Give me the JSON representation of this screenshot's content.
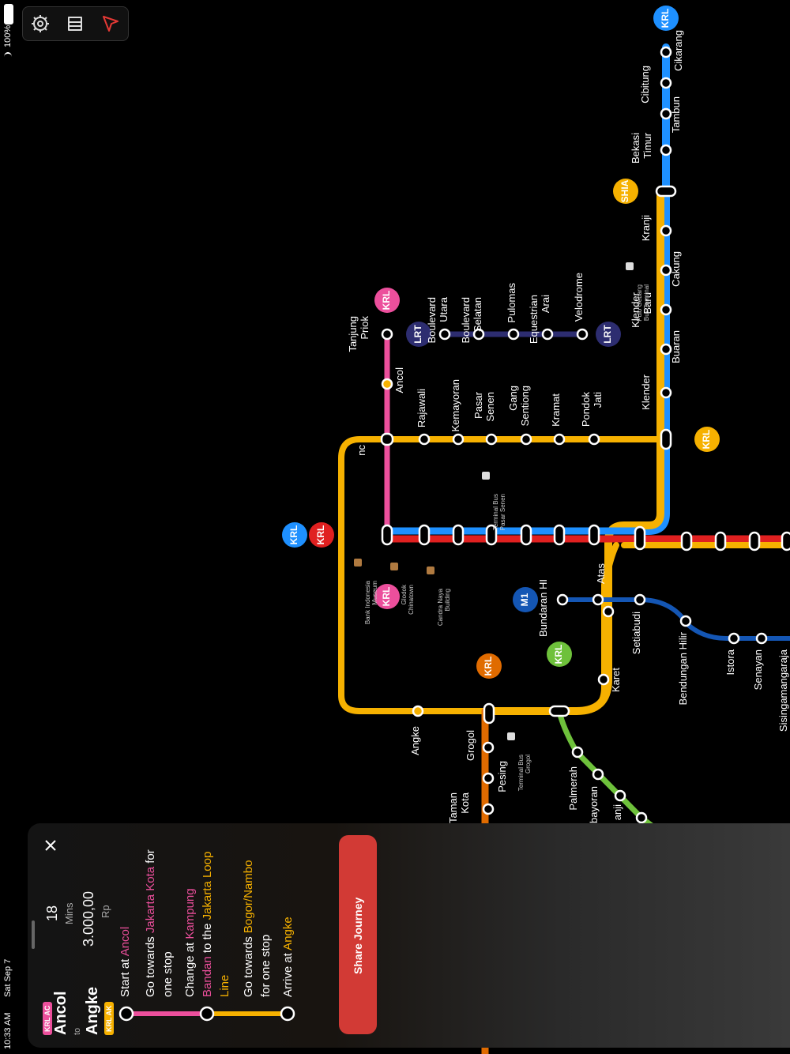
{
  "status": {
    "time": "10:33 AM",
    "date": "Sat Sep 7",
    "battery": "100%"
  },
  "toolbar": {
    "icons": [
      "settings-icon",
      "map-icon",
      "location-arrow-icon"
    ]
  },
  "colors": {
    "pink": "#ec4f9c",
    "yellow": "#f6b100",
    "blue": "#1e90ff",
    "red": "#e02020",
    "navy": "#2d2d70",
    "orange": "#e06b00",
    "green": "#6ec13b",
    "mrt_blue": "#1456b4",
    "brown": "#b07a40"
  },
  "map": {
    "badges": [
      {
        "label": "KRL",
        "color": "#1e90ff"
      },
      {
        "label": "KRL",
        "color": "#ec4f9c"
      },
      {
        "label": "LRT",
        "color": "#2d2d70"
      },
      {
        "label": "LRT",
        "color": "#2d2d70"
      },
      {
        "label": "SHIA",
        "color": "#f6b100"
      },
      {
        "label": "KRL",
        "color": "#f6b100"
      },
      {
        "label": "KRL",
        "color": "#1e90ff"
      },
      {
        "label": "KRL",
        "color": "#e02020"
      },
      {
        "label": "KRL",
        "color": "#ec4f9c"
      },
      {
        "label": "M1",
        "color": "#1456b4"
      },
      {
        "label": "KRL",
        "color": "#6ec13b"
      },
      {
        "label": "KRL",
        "color": "#e06b00"
      }
    ],
    "stations": [
      "Cikarang",
      "Cibitung",
      "Tambun",
      "Bekasi Timur",
      "Kranji",
      "Cakung",
      "Klender Baru",
      "Buaran",
      "Klender",
      "Tanjung Priok",
      "Ancol",
      "Boulevard Utara",
      "Boulevard Selatan",
      "Pulomas",
      "Equestrian Arai",
      "Velodrome",
      "Rajawali",
      "Kemayoran",
      "Pasar Senen",
      "Gang Sentiong",
      "Kramat",
      "Pondok Jati",
      "Bundaran HI",
      "Atas",
      "Setiabudi",
      "Bendungan Hilir",
      "Istora",
      "Senayan",
      "Karet",
      "Angke",
      "Grogol",
      "Pesing",
      "Taman Kota",
      "Palmerah",
      "bayoran",
      "anji"
    ],
    "landmarks": [
      "Pulo Gebang Bus Terminal",
      "Terminal Bus Pasar Senen",
      "Bank Indonesia Museum",
      "Glodok Chinatown",
      "Candra Naya Building",
      "Terminal Bus Grogol"
    ],
    "cut_labels": [
      "nc",
      "Sisingamangaraja"
    ]
  },
  "journey": {
    "from": "Ancol",
    "from_badge": "KRL AC",
    "to_word": "to",
    "to": "Angke",
    "to_badge": "KRL AK",
    "duration_value": "18",
    "duration_unit": "Mins",
    "fare_value": "3.000,00",
    "fare_unit": "Rp",
    "steps": [
      {
        "pre": "Start at ",
        "hl": "Ancol",
        "post": "",
        "color": "#ec4f9c"
      },
      {
        "pre": "Go towards ",
        "hl": "Jakarta Kota",
        "post": " for",
        "line2": "one stop",
        "color": "#ec4f9c"
      },
      {
        "pre": "Change at ",
        "hl": "Kampung",
        "line2_hl": "Bandan",
        "line2_mid": " to the ",
        "line2_hl2": "Jakarta Loop",
        "line3_hl": "Line",
        "color": "#ec4f9c",
        "color2": "#f6b100"
      },
      {
        "pre": "Go towards ",
        "hl": "Bogor/Nambo",
        "post": "",
        "line2": "for one stop",
        "color": "#f6b100"
      },
      {
        "pre": "Arrive at ",
        "hl": "Angke",
        "post": "",
        "color": "#f6b100"
      }
    ],
    "share_label": "Share Journey"
  }
}
